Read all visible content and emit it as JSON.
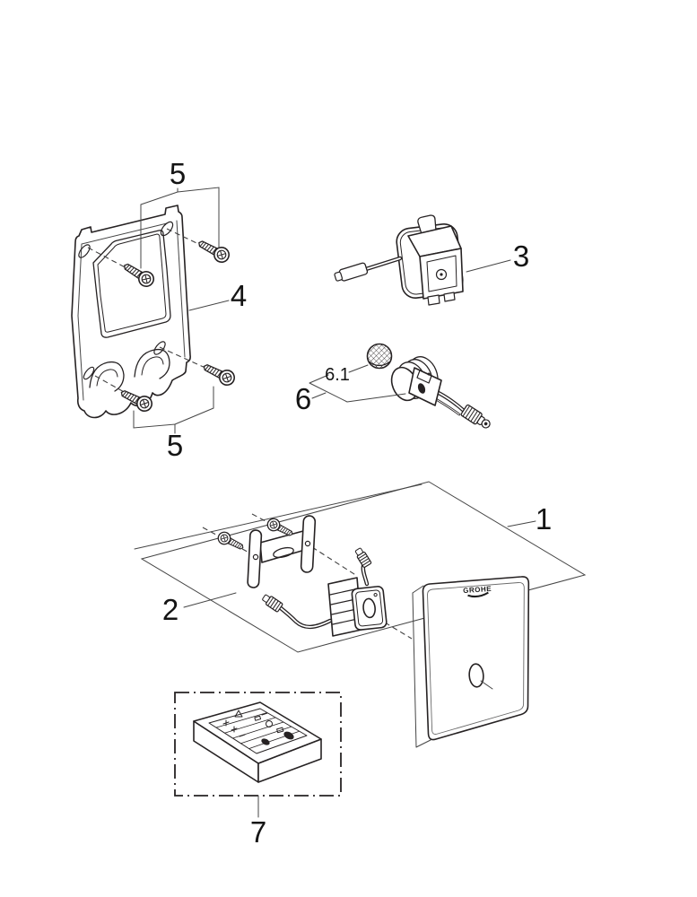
{
  "diagram": {
    "type": "exploded-parts-diagram",
    "background": "#ffffff",
    "line_color": "#262223",
    "thin_line_color": "#454545",
    "label_color": "#141414",
    "brand_logo": "GROHE",
    "callouts": {
      "c1": "1",
      "c2": "2",
      "c3": "3",
      "c4": "4",
      "c5_top": "5",
      "c5_bottom": "5",
      "c6": "6",
      "c6_1": "6.1",
      "c7": "7"
    }
  }
}
